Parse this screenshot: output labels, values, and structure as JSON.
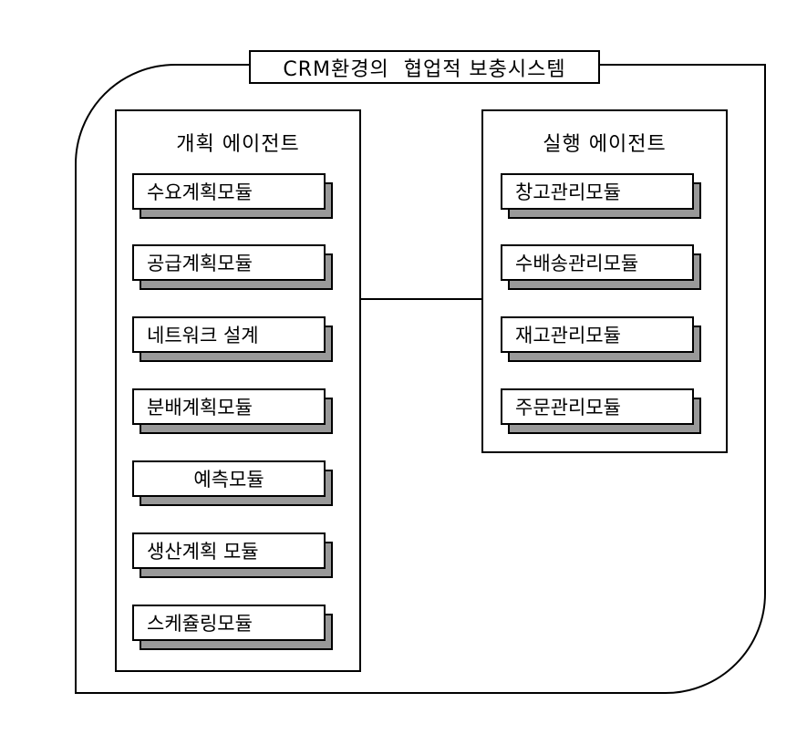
{
  "system": {
    "title": "CRM환경의  협업적 보충시스템"
  },
  "planning_agent": {
    "title": "개획 에이전트",
    "modules": [
      "수요계획모듈",
      "공급계획모듈",
      "네트워크 설계",
      "분배계획모듈",
      "예측모듈",
      "생산계획 모듈",
      "스케쥴링모듈"
    ]
  },
  "execution_agent": {
    "title": "실행 에이전트",
    "modules": [
      "창고관리모듈",
      "수배송관리모듈",
      "재고관리모듈",
      "주문관리모듈"
    ]
  }
}
